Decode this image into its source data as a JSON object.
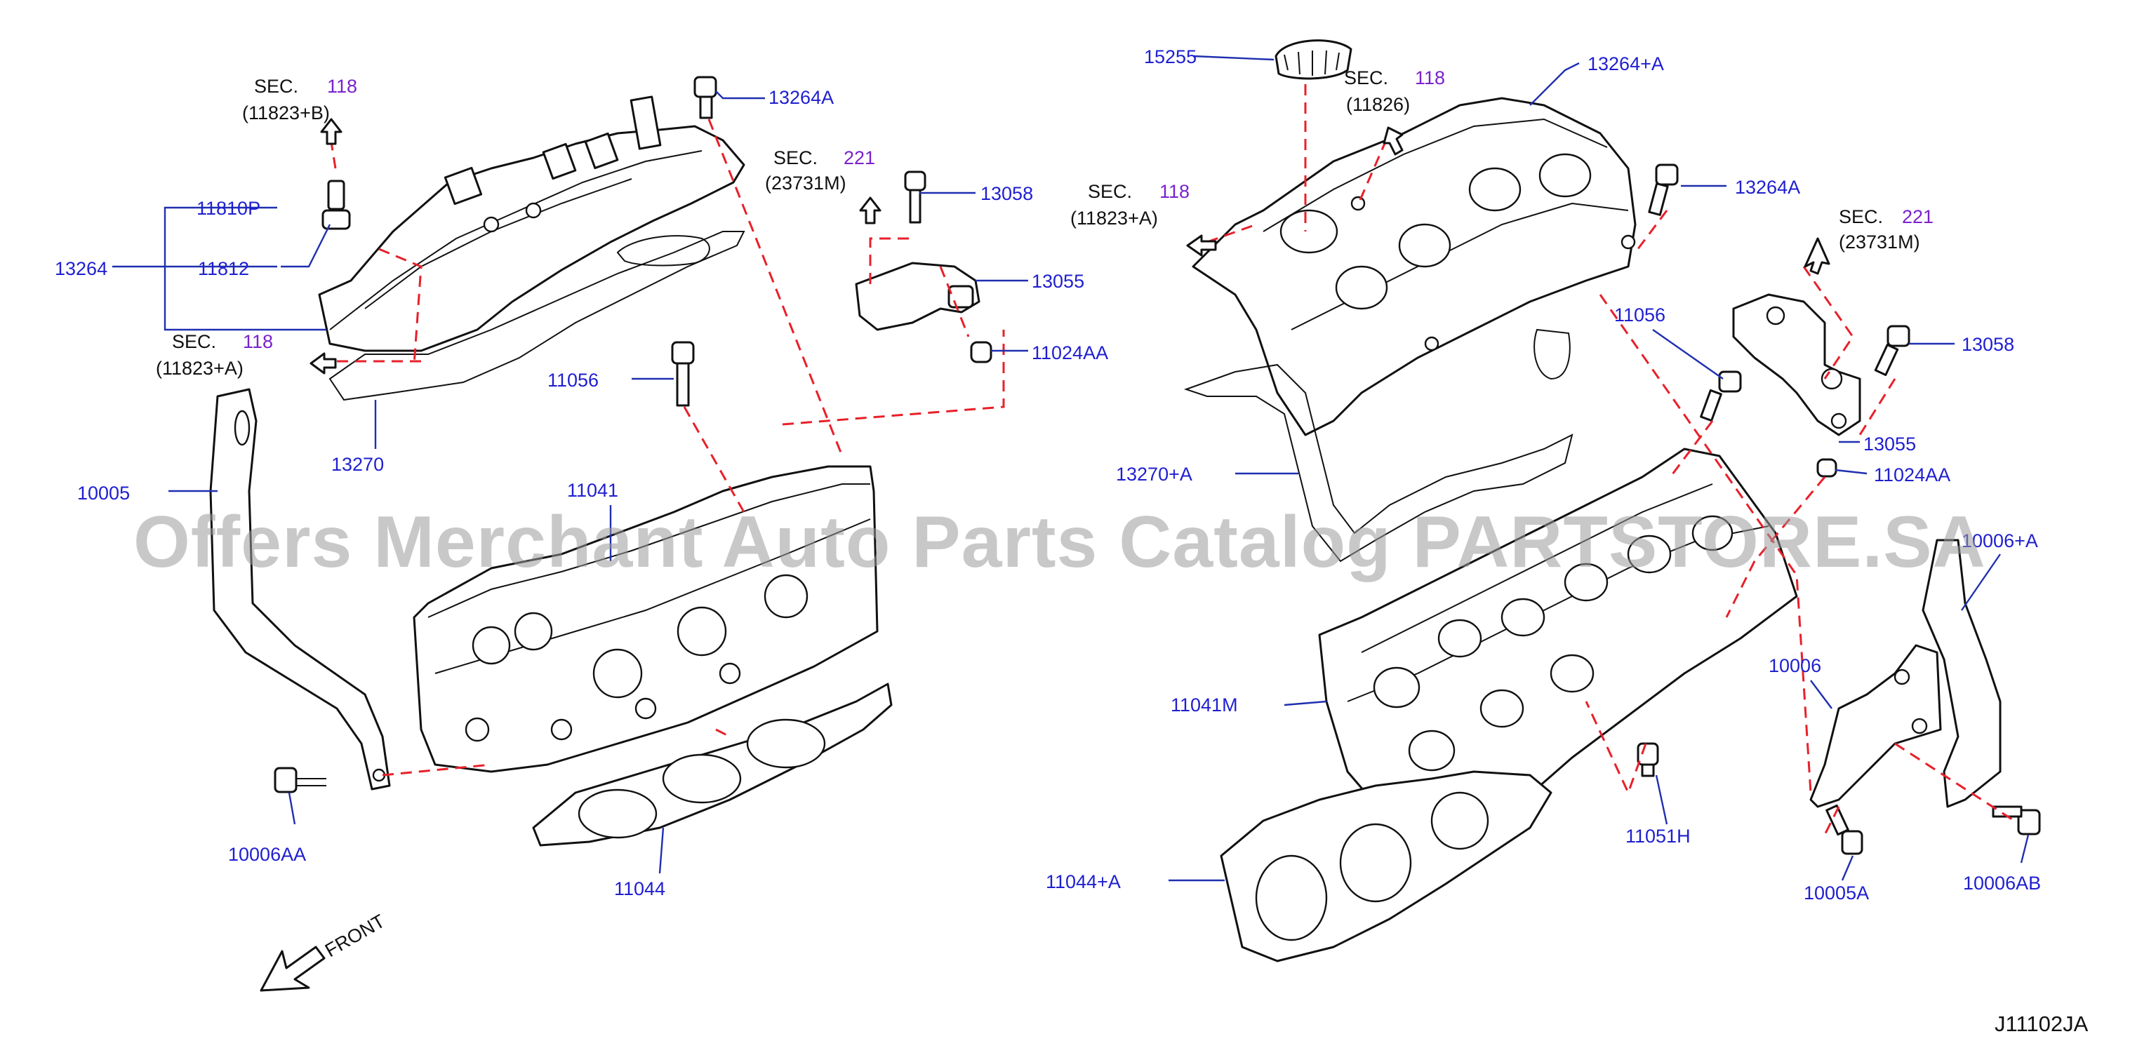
{
  "diagram_code": "J11102JA",
  "watermark": "Offers Merchant Auto Parts Catalog PARTSTORE.SA",
  "front_label": "FRONT",
  "section_refs": [
    {
      "prefix": "SEC.",
      "num": "118",
      "ref": "(11823+B)"
    },
    {
      "prefix": "SEC.",
      "num": "118",
      "ref": "(11823+A)"
    },
    {
      "prefix": "SEC.",
      "num": "221",
      "ref": "(23731M)"
    },
    {
      "prefix": "SEC.",
      "num": "118",
      "ref": "(11826)"
    },
    {
      "prefix": "SEC.",
      "num": "118",
      "ref": "(11823+A)"
    },
    {
      "prefix": "SEC.",
      "num": "221",
      "ref": "(23731M)"
    }
  ],
  "part_labels": [
    "13264A",
    "11810P",
    "13264",
    "11812",
    "13058",
    "13055",
    "11024AA",
    "11056",
    "13270",
    "10005",
    "11041",
    "10006AA",
    "11044",
    "15255",
    "13264+A",
    "13264A",
    "11056",
    "13058",
    "13055",
    "11024AA",
    "13270+A",
    "10006+A",
    "10006",
    "11041M",
    "11051H",
    "11044+A",
    "10005A",
    "10006AB"
  ]
}
